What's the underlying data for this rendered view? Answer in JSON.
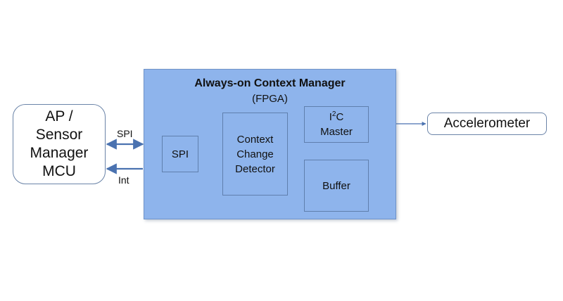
{
  "diagram": {
    "title": "Always-on Context Manager",
    "subtitle": "(FPGA)",
    "ap_box": {
      "lines": [
        "AP /",
        "Sensor",
        "Manager",
        "MCU"
      ]
    },
    "accelerometer": {
      "label": "Accelerometer"
    },
    "spi_block": {
      "label": "SPI"
    },
    "context_detector": {
      "lines": [
        "Context",
        "Change",
        "Detector"
      ]
    },
    "i2c_master": {
      "prefix": "I",
      "superscript": "2",
      "suffix": "C",
      "line2": "Master"
    },
    "buffer": {
      "label": "Buffer"
    },
    "link_labels": {
      "spi": "SPI",
      "int": "Int"
    }
  },
  "colors": {
    "fpga_fill": "#8eb4ec",
    "fpga_border": "#6f93c8",
    "box_border": "#6b84a8",
    "arrow": "#4a72b0"
  }
}
